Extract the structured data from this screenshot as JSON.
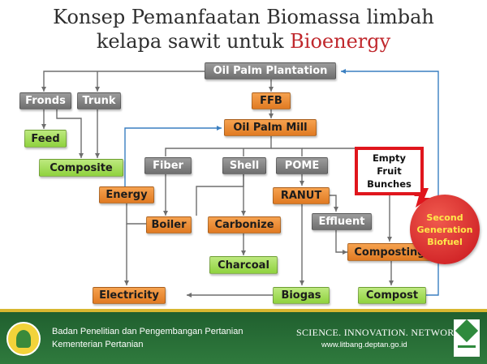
{
  "title": {
    "line1": "Konsep Pemanfaatan Biomassa limbah",
    "line2_prefix": "kelapa sawit untuk ",
    "line2_accent": "Bioenergy"
  },
  "nodes": {
    "oil_palm_plantation": "Oil Palm Plantation",
    "fronds": "Fronds",
    "trunk": "Trunk",
    "ffb": "FFB",
    "oil_palm_mill": "Oil Palm Mill",
    "feed": "Feed",
    "composite": "Composite",
    "fiber": "Fiber",
    "shell": "Shell",
    "pome": "POME",
    "energy": "Energy",
    "ranut": "RANUT",
    "boiler": "Boiler",
    "carbonize": "Carbonize",
    "effluent": "Effluent",
    "charcoal": "Charcoal",
    "composting": "Composting",
    "electricity": "Electricity",
    "biogas": "Biogas",
    "compost": "Compost"
  },
  "highlight": {
    "empty_fruit_bunches": [
      "Empty",
      "Fruit",
      "Bunches"
    ]
  },
  "badge": {
    "second_generation_biofuel": [
      "Second",
      "Generation",
      "Biofuel"
    ]
  },
  "footer": {
    "agency": "Badan Penelitian dan Pengembangan Pertanian",
    "ministry": "Kementerian Pertanian",
    "tagline": "SCIENCE. INNOVATION. NETWORKS",
    "website": "www.litbang.deptan.go.id"
  },
  "colors": {
    "gray_node": "#7f7f7f",
    "orange_node": "#ec8a31",
    "green_node": "#a5de5a",
    "highlight_border": "#e0161d",
    "badge_fill": "#d9201f",
    "badge_text": "#ffe84a",
    "accent_text": "#c0282d",
    "connector_gray": "#6e6e6e",
    "connector_blue": "#3a7fc1",
    "footer_green": "#2a6e37"
  }
}
